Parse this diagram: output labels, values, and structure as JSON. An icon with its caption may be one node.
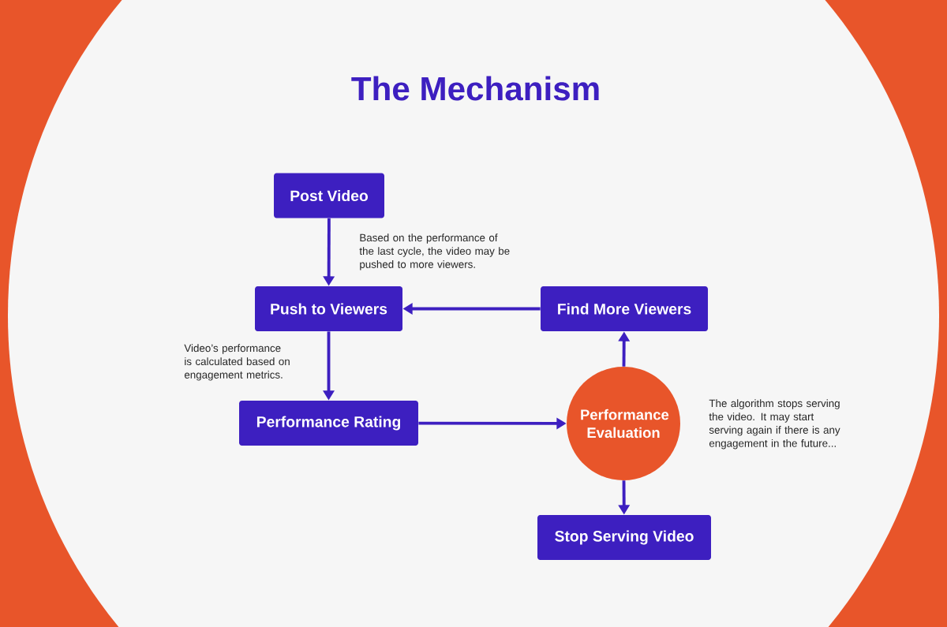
{
  "diagram": {
    "title": "The Mechanism",
    "nodes": [
      {
        "text": [
          "Post Video"
        ]
      },
      {
        "text": [
          "Push to Viewers"
        ]
      },
      {
        "text": [
          "Find More Viewers"
        ]
      },
      {
        "text": [
          "Performance Rating"
        ]
      },
      {
        "text": [
          "Performance Evaluation"
        ]
      },
      {
        "text": [
          "Stop Serving Video"
        ]
      }
    ],
    "edges": [
      {
        "from": 0,
        "to": 1,
        "arrow": "to"
      },
      {
        "from": 1,
        "to": 3,
        "arrow": "to"
      },
      {
        "from": 3,
        "to": 4,
        "arrow": "to"
      },
      {
        "from": 4,
        "to": 2,
        "arrow": "to"
      },
      {
        "from": 2,
        "to": 1,
        "arrow": "to"
      },
      {
        "from": 4,
        "to": 5,
        "arrow": "to"
      }
    ],
    "labels": [
      "Based on the performance of the last cycle, the video may be pushed to more viewers.",
      "Video’s performance is calculated based on engagement metrics.",
      "The algorithm stops serving the video. It may start serving again if there is any engagement in the future..."
    ]
  }
}
